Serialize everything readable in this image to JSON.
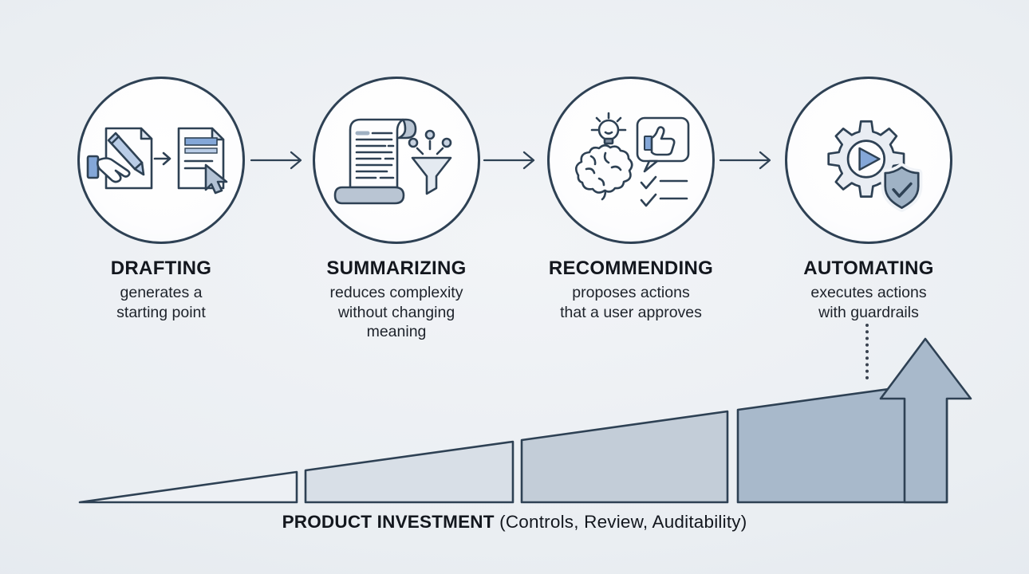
{
  "colors": {
    "outline": "#2e4154",
    "ink": "#13171e",
    "body-ink": "#1e232b",
    "bg-center": "#f2f4f7",
    "bg-edge": "#e1e6ec",
    "circle": "#fdfdfe",
    "accent": "#84a7d8",
    "accent-light": "#b9cce6",
    "fold": "#dce5f0",
    "cursor": "#b3c2d4",
    "gear": "#e9edf3",
    "shield": "#9fb2c5",
    "roll": "#b9c5d3",
    "funnel": "#e4eaf1",
    "dot": "#c7d2e0",
    "dot-line": "#39424f",
    "seg1": "#edf0f4",
    "seg2": "#d8dfe7",
    "seg3": "#c3cdd8",
    "seg4": "#a8b9cb",
    "arrow": "#a8b9cb"
  },
  "stages": [
    {
      "title": "DRAFTING",
      "desc": "generates a\nstarting point",
      "icons": [
        "hand-writing-document-icon",
        "arrow-icon",
        "document-cursor-icon"
      ]
    },
    {
      "title": "SUMMARIZING",
      "desc": "reduces complexity\nwithout changing\nmeaning",
      "icons": [
        "scroll-document-icon",
        "funnel-icon"
      ]
    },
    {
      "title": "RECOMMENDING",
      "desc": "proposes actions\nthat a user approves",
      "icons": [
        "lightbulb-icon",
        "brain-icon",
        "thumbs-up-bubble-icon",
        "checklist-icon"
      ]
    },
    {
      "title": "AUTOMATING",
      "desc": "executes actions\nwith guardrails",
      "icons": [
        "gear-play-icon",
        "shield-check-icon"
      ]
    }
  ],
  "ramp": {
    "segment_count": 4,
    "direction": "increasing"
  },
  "caption": {
    "bold": "PRODUCT INVESTMENT",
    "detail": "(Controls, Review, Auditability)"
  }
}
